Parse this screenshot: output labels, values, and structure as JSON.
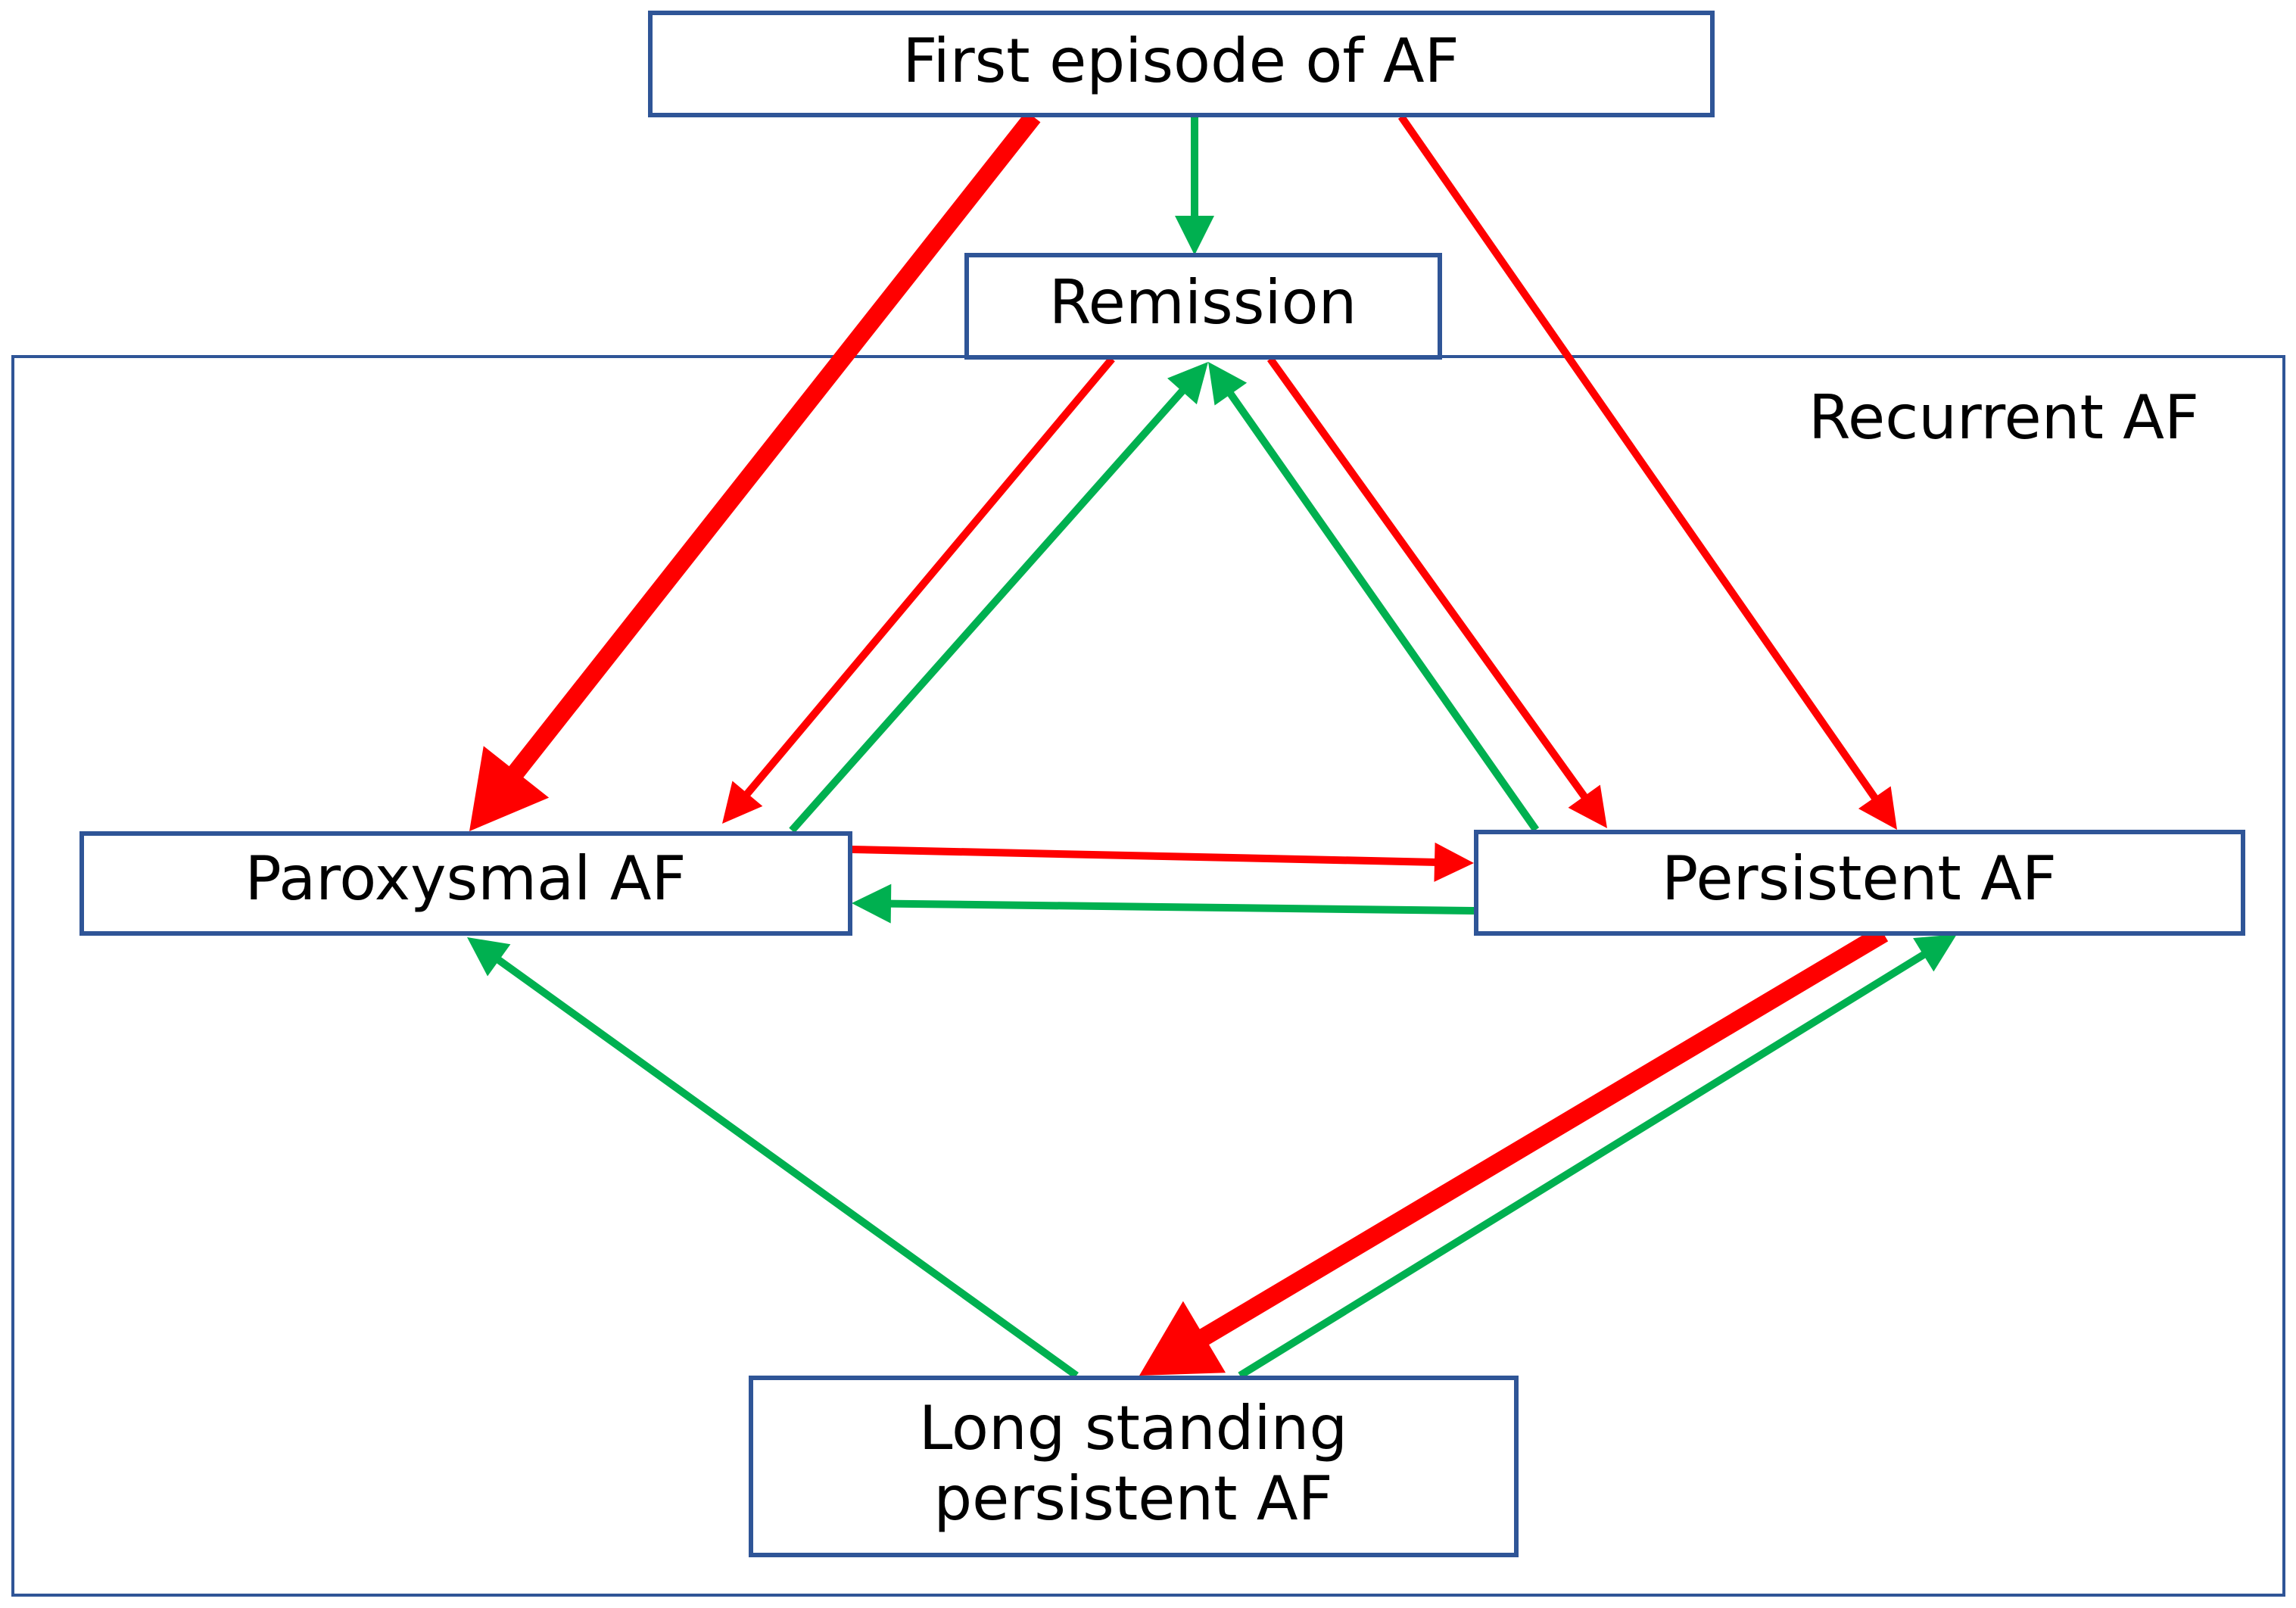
{
  "colors": {
    "progression": "#ff0000",
    "regression": "#00b050",
    "box_border": "#2f5597",
    "text": "#000000",
    "background": "#ffffff"
  },
  "group": {
    "label": "Recurrent AF"
  },
  "nodes": {
    "first": {
      "label": "First episode of AF"
    },
    "remission": {
      "label": "Remission"
    },
    "paroxysmal": {
      "label": "Paroxysmal AF"
    },
    "persistent": {
      "label": "Persistent AF"
    },
    "longstanding": {
      "label_line1": "Long standing",
      "label_line2": "persistent AF"
    }
  },
  "transitions": [
    {
      "from": "first",
      "to": "paroxysmal",
      "color": "progression",
      "emphasis": "strong"
    },
    {
      "from": "first",
      "to": "remission",
      "color": "regression",
      "emphasis": "normal"
    },
    {
      "from": "first",
      "to": "persistent",
      "color": "progression",
      "emphasis": "normal"
    },
    {
      "from": "remission",
      "to": "paroxysmal",
      "color": "progression",
      "emphasis": "normal"
    },
    {
      "from": "paroxysmal",
      "to": "remission",
      "color": "regression",
      "emphasis": "normal"
    },
    {
      "from": "remission",
      "to": "persistent",
      "color": "progression",
      "emphasis": "normal"
    },
    {
      "from": "persistent",
      "to": "remission",
      "color": "regression",
      "emphasis": "normal"
    },
    {
      "from": "paroxysmal",
      "to": "persistent",
      "color": "progression",
      "emphasis": "normal"
    },
    {
      "from": "persistent",
      "to": "paroxysmal",
      "color": "regression",
      "emphasis": "normal"
    },
    {
      "from": "persistent",
      "to": "longstanding",
      "color": "progression",
      "emphasis": "strong"
    },
    {
      "from": "longstanding",
      "to": "persistent",
      "color": "regression",
      "emphasis": "normal"
    },
    {
      "from": "longstanding",
      "to": "paroxysmal",
      "color": "regression",
      "emphasis": "normal"
    }
  ]
}
